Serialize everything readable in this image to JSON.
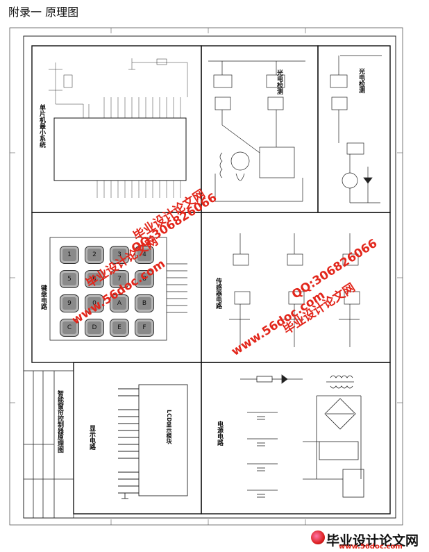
{
  "page": {
    "title": "附录一 原理图"
  },
  "sections": {
    "mcu": "单片机最小系统",
    "keypad": "键盘电路",
    "lcd": "显示电路",
    "power": "电源电路",
    "photo_left": "光电检测",
    "photo_right": "光电检测",
    "sensor": "传感器电路"
  },
  "lcd_module": {
    "label": "LCD显示模块"
  },
  "title_block": {
    "title": "智能窗帘控制器原理图"
  },
  "keypad": {
    "keys": [
      "1",
      "2",
      "3",
      "4",
      "5",
      "6",
      "7",
      "8",
      "9",
      "0",
      "A",
      "B",
      "C",
      "D",
      "E",
      "F"
    ]
  },
  "watermarks": {
    "site": "www.56doc.com",
    "qq": "QQ:306826066",
    "name": "毕业设计论文网"
  },
  "brand": {
    "name": "毕业设计论文网",
    "url": "www.56doc.com"
  }
}
